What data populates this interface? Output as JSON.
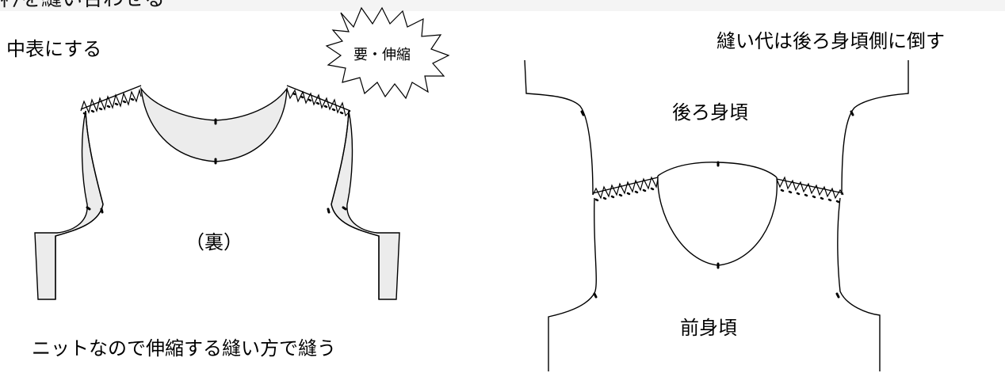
{
  "header": {
    "cut_text": "衿を縫い合わせる"
  },
  "left_figure": {
    "title": "中表にする",
    "burst": "要・伸縮",
    "center": "（裏）",
    "note": "ニットなので伸縮する縫い方で縫う"
  },
  "right_figure": {
    "title": "縫い代は後ろ身頃側に倒す",
    "back": "後ろ身頃",
    "front": "前身頃"
  }
}
